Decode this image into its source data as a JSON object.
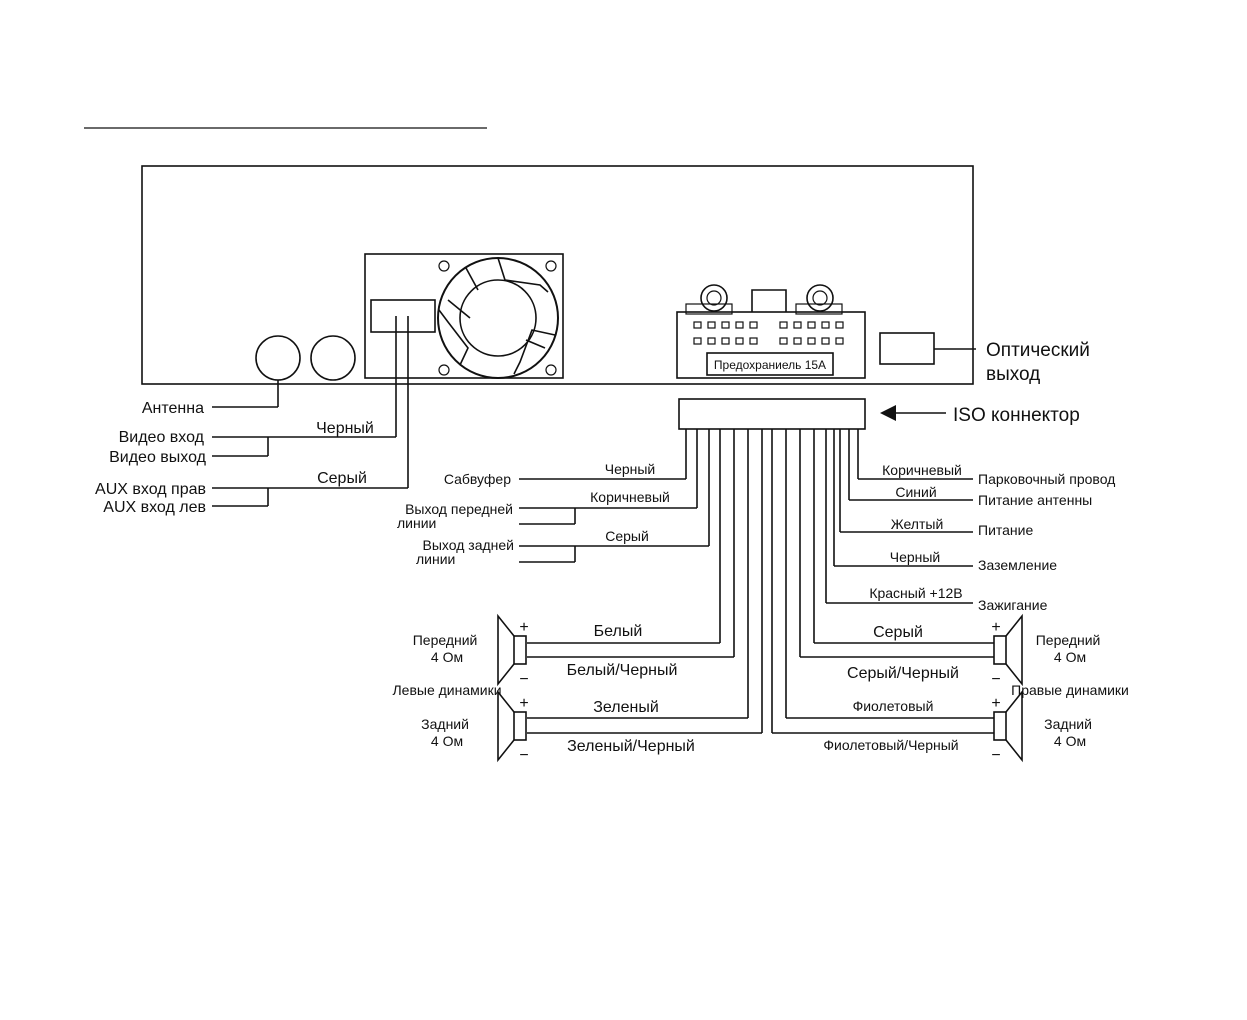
{
  "unit": {
    "optical_out": "Оптический\nвыход",
    "fuse": "Предохраниель 15А",
    "iso_connector": "ISO коннектор"
  },
  "left_connections": {
    "antenna": "Антенна",
    "video_in": "Видео вход",
    "video_out": "Видео выход",
    "black_wire": "Черный",
    "aux_right": "AUX вход прав",
    "aux_left": "AUX вход лев",
    "gray_wire": "Серый"
  },
  "line_outputs": [
    {
      "label": "Сабвуфер",
      "wire": "Черный"
    },
    {
      "label": "Выход передней\nлинии",
      "wire": "Коричневый"
    },
    {
      "label": "Выход задней\nлинии",
      "wire": "Серый"
    }
  ],
  "right_wires": [
    {
      "wire": "Коричневый",
      "label": "Парковочный провод"
    },
    {
      "wire": "Синий",
      "label": "Питание антенны"
    },
    {
      "wire": "Желтый",
      "label": "Питание"
    },
    {
      "wire": "Черный",
      "label": "Заземление"
    },
    {
      "wire": "Красный +12В",
      "label": "Зажигание"
    }
  ],
  "speakers": {
    "left_group": "Левые динамики",
    "right_group": "Правые динамики",
    "front": "Передний\n4 Ом",
    "rear": "Задний\n4 Ом",
    "plus": "+",
    "minus": "−",
    "left_front_pos": "Белый",
    "left_front_neg": "Белый/Черный",
    "left_rear_pos": "Зеленый",
    "left_rear_neg": "Зеленый/Черный",
    "right_front_pos": "Серый",
    "right_front_neg": "Серый/Черный",
    "right_rear_pos": "Фиолетовый",
    "right_rear_neg": "Фиолетовый/Черный"
  }
}
